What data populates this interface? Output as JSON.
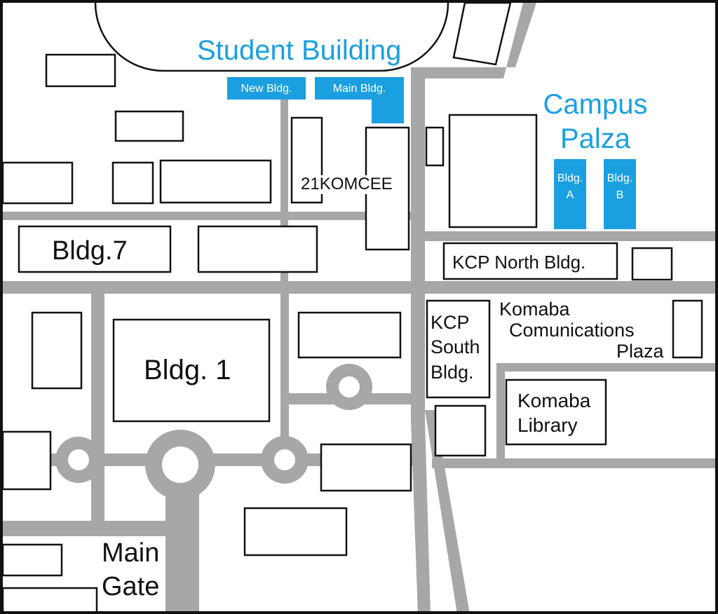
{
  "colors": {
    "road": "#a7a7a7",
    "building_stroke": "#111111",
    "highlight": "#1a9fe0",
    "label_blue": "#1a9fe0"
  },
  "labels": {
    "student_building": "Student Building",
    "new_bldg": "New Bldg.",
    "main_bldg": "Main Bldg.",
    "campus_plaza_line1": "Campus",
    "campus_plaza_line2": "Palza",
    "bldg_a_line1": "Bldg.",
    "bldg_a_line2": "A",
    "bldg_b_line1": "Bldg.",
    "bldg_b_line2": "B",
    "komcee": "21KOMCEE",
    "bldg7": "Bldg.7",
    "kcp_north": "KCP North Bldg.",
    "kcp_south_line1": "KCP",
    "kcp_south_line2": "South",
    "kcp_south_line3": "Bldg.",
    "komaba_comm_line1": "Komaba",
    "komaba_comm_line2": "Comunications",
    "komaba_comm_line3": "Plaza",
    "bldg1": "Bldg. 1",
    "library_line1": "Komaba",
    "library_line2": "Library",
    "main_gate_line1": "Main",
    "main_gate_line2": "Gate"
  }
}
